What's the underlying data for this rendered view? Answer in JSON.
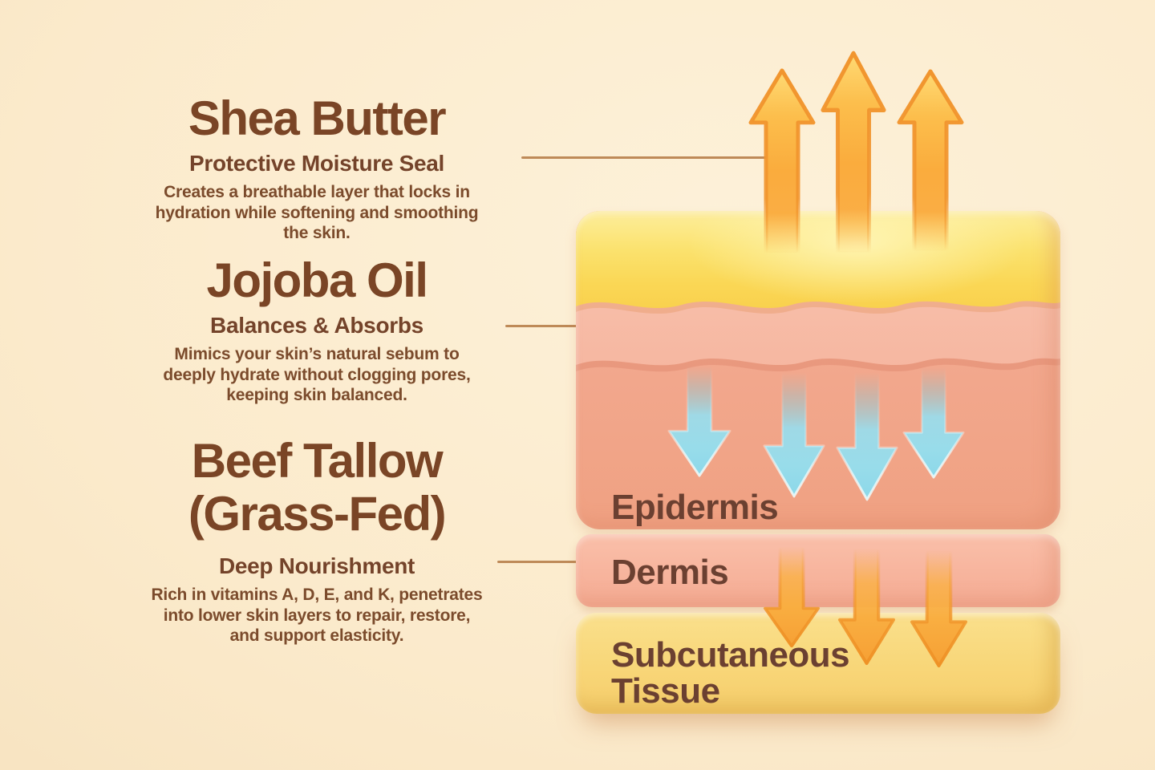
{
  "page": {
    "background": "#FBEACB"
  },
  "sections": [
    {
      "name": "shea-butter",
      "title_lines": [
        "Shea Butter"
      ],
      "subtitle": "Protective Moisture Seal",
      "body_lines": [
        "Creates a breathable layer that locks in",
        "hydration while softening and smoothing",
        "the skin."
      ]
    },
    {
      "name": "jojoba-oil",
      "title_lines": [
        "Jojoba Oil"
      ],
      "subtitle": "Balances & Absorbs",
      "body_lines": [
        "Mimics your skin’s natural sebum to",
        "deeply hydrate without clogging pores,",
        "keeping skin balanced."
      ]
    },
    {
      "name": "beef-tallow",
      "title_lines": [
        "Beef Tallow",
        "(Grass-Fed)"
      ],
      "subtitle": "Deep Nourishment",
      "body_lines": [
        "Rich in vitamins A, D, E, and K, penetrates",
        "into lower skin layers to repair, restore,",
        "and support elasticity."
      ]
    }
  ],
  "diagram": {
    "layers": [
      {
        "label": "Epidermis"
      },
      {
        "label": "Dermis"
      },
      {
        "label": "Subcutaneous Tissue"
      }
    ],
    "arrows": {
      "surface_up_yellow": 3,
      "absorb_down_blue": 4,
      "deep_down_orange": 3
    }
  },
  "colors": {
    "heading": "#7A4526",
    "body_text": "#7B4B2C",
    "layer_label": "#6B4031",
    "connector": "#BE8A58",
    "stratum_yellow": "#FBDF66",
    "epidermis": "#F2A88E",
    "dermis": "#F7B49D",
    "subcutaneous": "#F8D678",
    "arrow_up_orange": "#FAAC3D",
    "arrow_blue": "#9FD9E6",
    "background": "#FBEACB"
  }
}
